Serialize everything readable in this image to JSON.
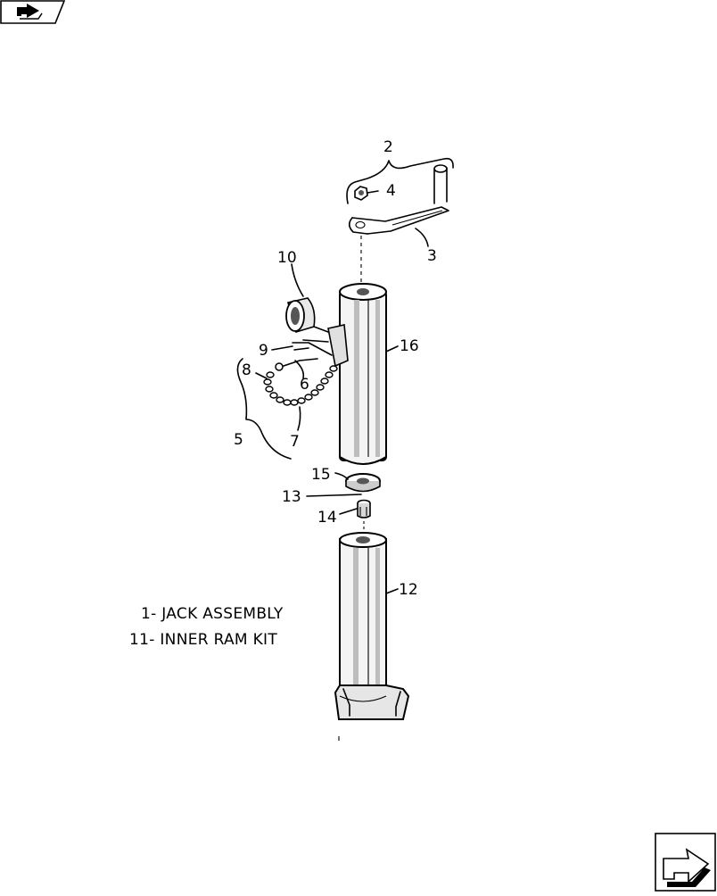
{
  "nav": {
    "prev_icon": "previous-page-arrow-icon",
    "next_icon": "next-page-arrow-icon"
  },
  "diagram": {
    "callouts": {
      "c2": "2",
      "c3": "3",
      "c4": "4",
      "c5": "5",
      "c6": "6",
      "c7": "7",
      "c8": "8",
      "c9": "9",
      "c10": "10",
      "c12": "12",
      "c13": "13",
      "c14": "14",
      "c15": "15",
      "c16": "16"
    },
    "legend": [
      "1- JACK ASSEMBLY",
      "11- INNER RAM KIT"
    ]
  }
}
